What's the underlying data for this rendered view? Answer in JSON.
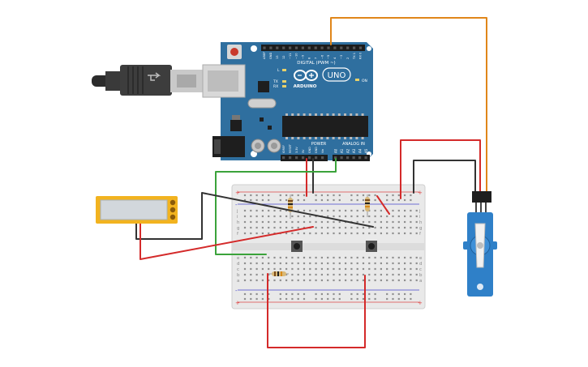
{
  "board": {
    "name": "ARDUINO",
    "model": "UNO",
    "digital_header": "DIGITAL (PWM ~)",
    "power_header": "POWER",
    "analog_header": "ANALOG IN",
    "on_label": "ON",
    "l_label": "L",
    "tx_label": "TX",
    "rx_label": "RX",
    "digital_pins": [
      "AREF",
      "GND",
      "13",
      "12",
      "~11",
      "~10",
      "~9",
      "8",
      "7",
      "~6",
      "~5",
      "4",
      "~3",
      "2",
      "TX 1",
      "RX 0"
    ],
    "power_pins": [
      "IOREF",
      "RESET",
      "3.3V",
      "5V",
      "GND",
      "GND",
      "Vin"
    ],
    "analog_pins": [
      "A0",
      "A1",
      "A2",
      "A3",
      "A4",
      "A5"
    ]
  },
  "breadboard": {
    "row_letters_top": [
      "j",
      "i",
      "h",
      "g",
      "f"
    ],
    "row_letters_bottom": [
      "e",
      "d",
      "c",
      "b",
      "a"
    ],
    "rail_plus": "+",
    "rail_minus": "-"
  },
  "colors": {
    "board": "#2f6f9f",
    "board_dark": "#1f5179",
    "wire_red": "#d42a2a",
    "wire_black": "#333333",
    "wire_green": "#3ba33b",
    "wire_orange": "#e0861a",
    "lcd_frame": "#f2b31f",
    "servo": "#2f80c8"
  }
}
